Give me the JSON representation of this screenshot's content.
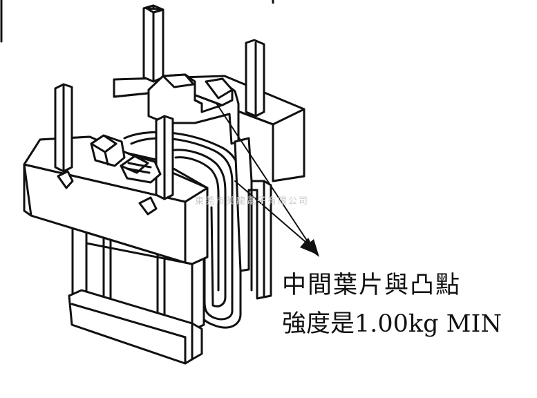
{
  "watermark_text": "東莞市美龍電子有限公司",
  "annotation": {
    "line1": "中間葉片與凸點",
    "line2": "強度是1.00kg MIN"
  },
  "colors": {
    "stroke": "#111111",
    "watermark": "#c8c8c8",
    "background": "#ffffff"
  }
}
